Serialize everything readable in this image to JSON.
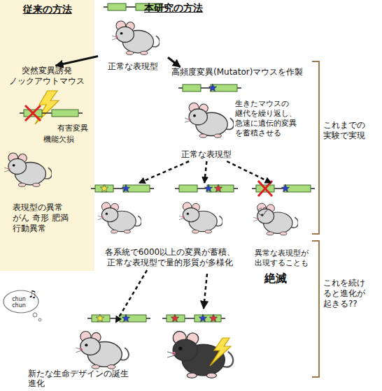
{
  "diagram": {
    "nodes": [
      {
        "text": [
          "従来の方法"
        ]
      },
      {
        "text": [
          "突然変異誘発 ノックアウトマウス",
          "表現型の異常 がん 奇形 肥満 行動異常"
        ],
        "in": 0
      },
      {
        "text": [
          "正常な表現型"
        ]
      },
      {
        "text": [
          "高頻度変異(Mutator)マウスを作製",
          "正常な表現型"
        ]
      },
      {
        "text": [
          "各系統で6000以上の変異が蓄積、 正常な表現型で量的形質が多様化"
        ]
      },
      {
        "text": [
          "異常な表現型が 出現することも",
          "絶滅"
        ]
      },
      {
        "text": [
          "新たな生命デザインの誕生 進化"
        ]
      }
    ],
    "edges": [
      {
        "from": 2,
        "to": 1,
        "arrow": "to"
      },
      {
        "from": 2,
        "to": 3,
        "arrow": "to"
      },
      {
        "from": 3,
        "to": 4,
        "arrow": "to"
      },
      {
        "from": 3,
        "to": 4,
        "arrow": "to"
      },
      {
        "from": 3,
        "to": 5,
        "arrow": "to"
      },
      {
        "from": 4,
        "to": 6,
        "arrow": "to"
      }
    ],
    "labels": [
      "本研究の方法",
      "有害変異",
      "機能欠損",
      "生きたマウスの 継代を繰り返し、 急速に遺伝的変異 を蓄積させる",
      "これまでの 実験で実現",
      "これを続け ると進化が 起きる??",
      "chun chun",
      "♫"
    ]
  }
}
